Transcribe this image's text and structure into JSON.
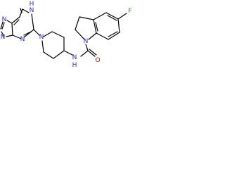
{
  "molecule": {
    "purine": {
      "n_top": "N",
      "nh_top": "H",
      "n_left": "N",
      "n_lower_left": "N",
      "n_bottom": "N"
    },
    "piperidine": {
      "n": "N"
    },
    "linker": {
      "nh_n": "N",
      "nh_h": "H"
    },
    "carbonyl": {
      "o": "O"
    },
    "indoline": {
      "n": "N",
      "f": "F"
    }
  },
  "colors": {
    "bond": "#000000",
    "nitrogen": "#1f2ccf",
    "oxygen": "#d00000",
    "fluorine": "#2f8f2f"
  }
}
